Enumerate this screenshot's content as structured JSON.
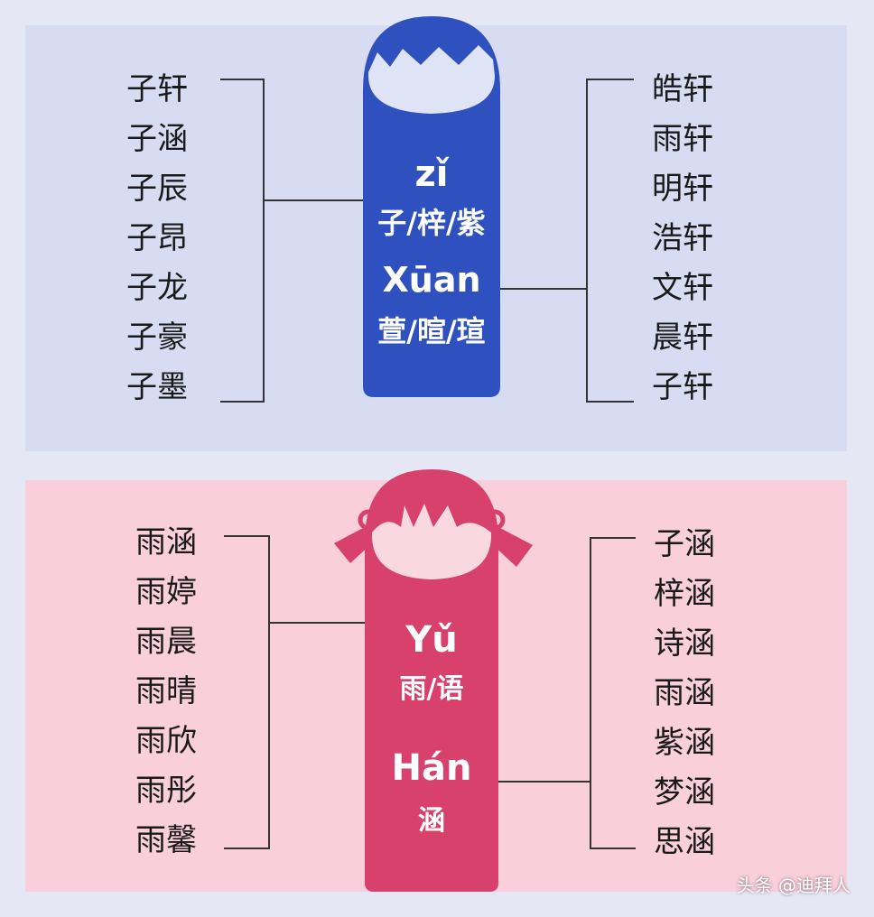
{
  "boy": {
    "pinyin1": "zǐ",
    "chars1": "子/梓/紫",
    "pinyin2": "Xūan",
    "chars2": "萱/暄/瑄",
    "left_names": [
      "子轩",
      "子涵",
      "子辰",
      "子昂",
      "子龙",
      "子豪",
      "子墨"
    ],
    "right_names": [
      "皓轩",
      "雨轩",
      "明轩",
      "浩轩",
      "文轩",
      "晨轩",
      "子轩"
    ],
    "tag_color": "#2f50bf"
  },
  "girl": {
    "pinyin1": "Yǔ",
    "chars1": "雨/语",
    "pinyin2": "Hán",
    "chars2": "涵",
    "left_names": [
      "雨涵",
      "雨婷",
      "雨晨",
      "雨晴",
      "雨欣",
      "雨彤",
      "雨馨"
    ],
    "right_names": [
      "子涵",
      "梓涵",
      "诗涵",
      "雨涵",
      "紫涵",
      "梦涵",
      "思涵"
    ],
    "tag_color": "#d7416c"
  },
  "watermark": "头条 @迪拜人"
}
